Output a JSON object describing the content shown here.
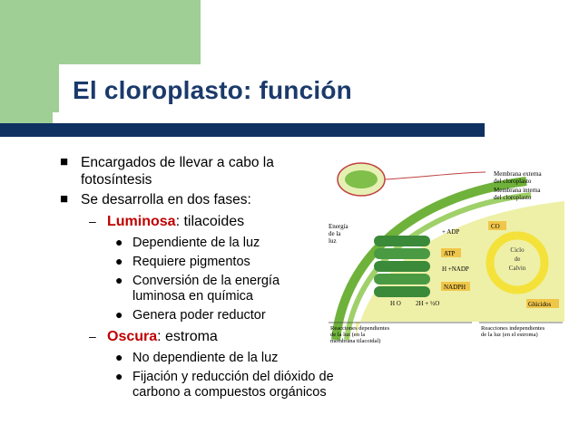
{
  "slide": {
    "title": "El cloroplasto: función",
    "bullets": [
      {
        "line1": "Encargados de llevar a cabo la",
        "line2": "fotosíntesis"
      },
      {
        "line1": "Se desarrolla en dos fases:"
      }
    ],
    "luminosa": {
      "term": "Luminosa",
      "rest": ": tilacoides",
      "items": [
        {
          "line1": "Dependiente de la luz"
        },
        {
          "line1": "Requiere pigmentos"
        },
        {
          "line1": "Conversión de la energía",
          "line2": "luminosa en química"
        },
        {
          "line1": "Genera poder reductor"
        }
      ]
    },
    "oscura": {
      "term": "Oscura",
      "rest": ": estroma",
      "items": [
        {
          "line1": "No dependiente de la luz"
        },
        {
          "line1": "Fijación y reducción del dióxido de",
          "line2": "carbono a compuestos orgánicos"
        }
      ]
    }
  },
  "figure": {
    "label_energia": [
      "Energía",
      "de la",
      "luz"
    ],
    "label_membrana_externa": [
      "Membrana externa",
      "del cloroplasto"
    ],
    "label_membrana_interna": [
      "Membrana interna",
      "del cloroplasto"
    ],
    "co": "CO",
    "adp": "+ ADP",
    "atp": "ATP",
    "h_nadp": "H +NADP",
    "nadph": "NADPH",
    "calvin": [
      "Ciclo",
      "de",
      "Calvin"
    ],
    "h2o": "H O",
    "half_o2": "2H + ½O",
    "glucidos": "Glúcidos",
    "reacciones_dep": [
      "Reacciones dependientes",
      "de la luz (en la",
      "membrana tilacoidal)"
    ],
    "reacciones_indep": [
      "Reacciones independientes",
      "de la luz (en el estroma)"
    ],
    "colors": {
      "stroma": "#eef0a8",
      "green": "#6fb23b",
      "thylakoid": "#3a8a3a",
      "cycle": "#f4e23a",
      "box": "#f0c64a"
    }
  }
}
